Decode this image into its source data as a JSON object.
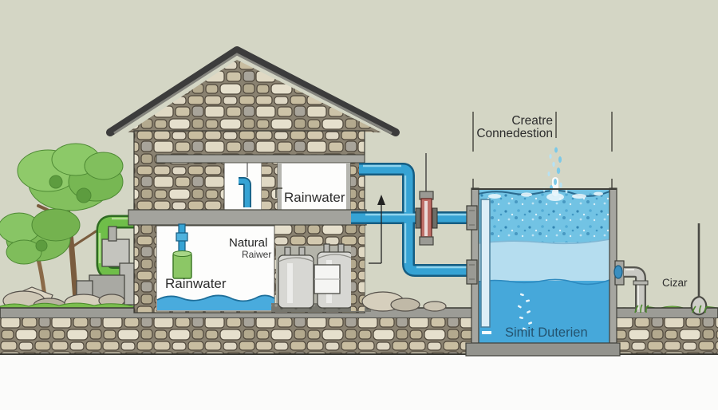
{
  "scene": {
    "background": "#d4d6c5",
    "foreground_band": "#fbfbfa"
  },
  "labels": {
    "connection_line1": "Creatre",
    "connection_line2": "Connedestion",
    "upper_room": "Rainwater",
    "natural_line1": "Natural",
    "natural_line2": "Raiwer",
    "basement_unit": "Rainwater",
    "storage_tank": "Simit Duterien",
    "outlet": "Cizar"
  },
  "colors": {
    "water_pipe": "#36a3d4",
    "irrigation_pipe": "#6fbe49",
    "tank_water_top": "#72c3e4",
    "tank_water_middle": "#b5ddef",
    "tank_water_bottom": "#46a8da",
    "valve_body": "#bf6f68",
    "grass": "#7abd4e",
    "label_text": "#2d2d2d",
    "tank_label_text": "#24536f"
  }
}
